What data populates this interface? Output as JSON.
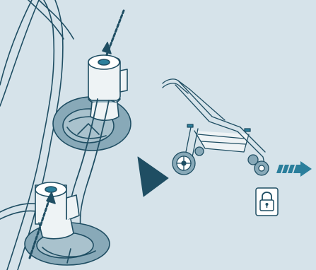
{
  "figure": {
    "background": "#d6e3ea",
    "line_color": "#1f4e63",
    "accent_color": "#2b7f9c",
    "wheel_fill": "#88a9b8",
    "panels": [
      {
        "role": "closeup",
        "subject": "front-wheel-swivel-mechanism",
        "icon": "wheel-closeup"
      },
      {
        "role": "overview",
        "subject": "stroller",
        "icon": "stroller-icon"
      }
    ],
    "indicators": [
      {
        "icon": "play-triangle-icon"
      },
      {
        "icon": "lock-icon"
      },
      {
        "icon": "direction-arrow-icon"
      }
    ]
  }
}
